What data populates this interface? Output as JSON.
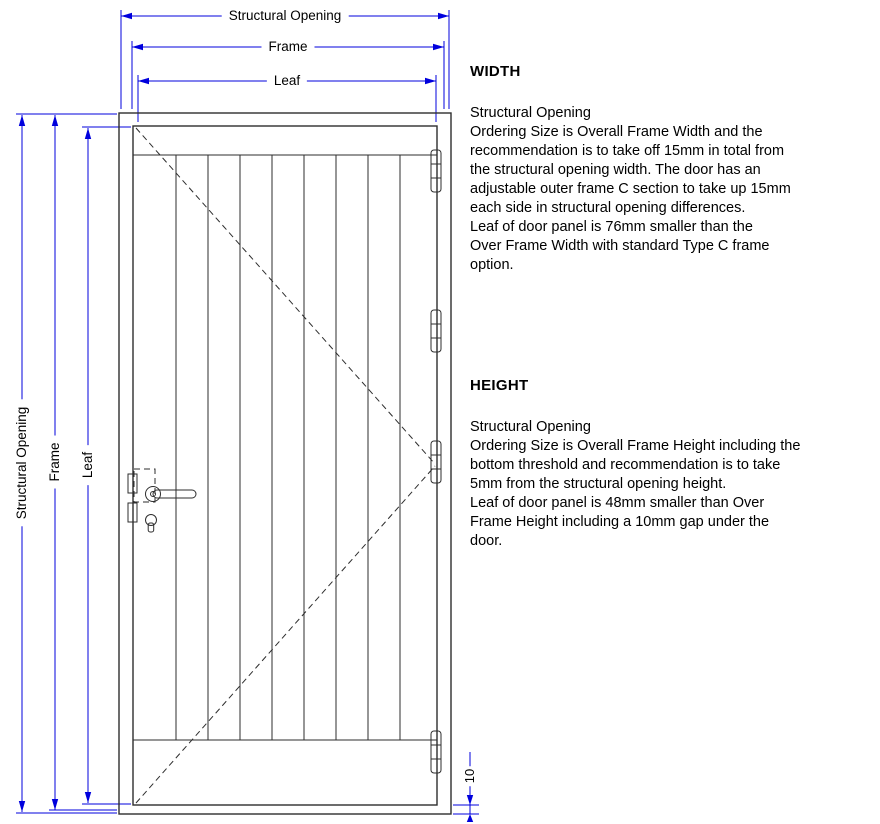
{
  "colors": {
    "dimension": "#0000dd",
    "drawing": "#2e2e2e",
    "text": "#000000"
  },
  "diagram": {
    "width_dims": {
      "structural_opening": "Structural Opening",
      "frame": "Frame",
      "leaf": "Leaf"
    },
    "height_dims": {
      "structural_opening": "Structural Opening",
      "frame": "Frame",
      "leaf": "Leaf"
    },
    "bottom_gap": "10"
  },
  "notes": {
    "width": {
      "heading": "WIDTH",
      "subheading": "Structural Opening",
      "body": "Ordering Size is Overall Frame Width and the\nrecommendation is to take off 15mm in total from\nthe structural opening width. The door has an\nadjustable outer frame C section to take up 15mm\neach side in structural opening differences.\nLeaf of door panel is 76mm smaller than the\nOver Frame Width with standard Type C frame\noption."
    },
    "height": {
      "heading": "HEIGHT",
      "subheading": "Structural Opening",
      "body": "Ordering Size is Overall Frame Height including the\nbottom threshold and recommendation is to take\n5mm from the structural opening height.\nLeaf of door panel is 48mm smaller than Over\nFrame Height including a 10mm gap under the\ndoor."
    }
  }
}
